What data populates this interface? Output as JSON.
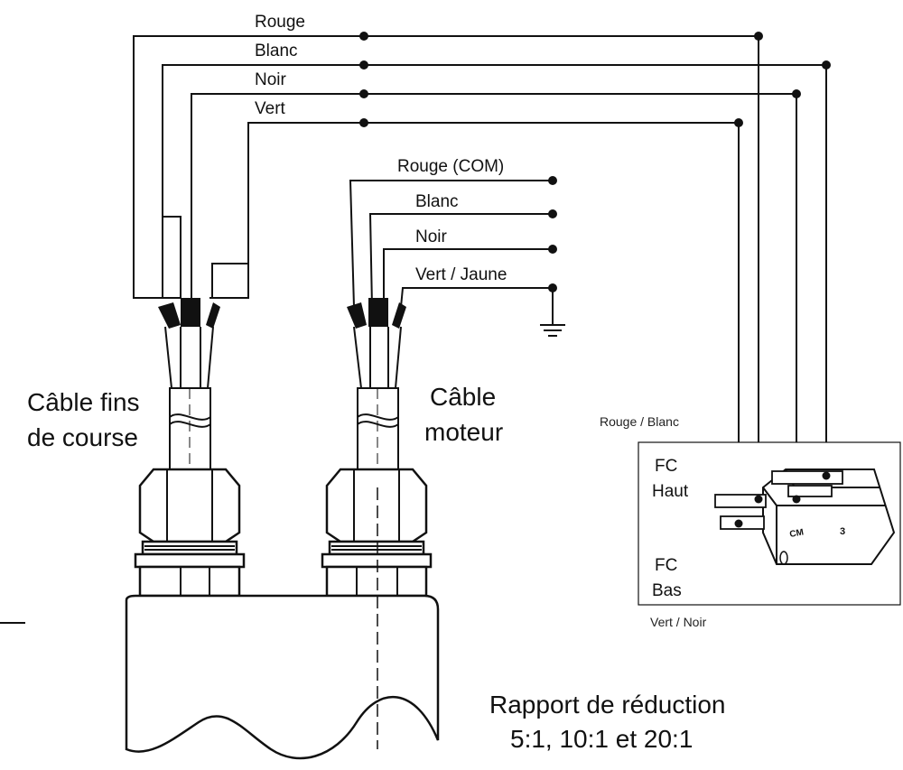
{
  "limit_cable": {
    "wires": [
      "Rouge",
      "Blanc",
      "Noir",
      "Vert"
    ],
    "label_line1": "Câble fins",
    "label_line2": "de course"
  },
  "motor_cable": {
    "wires": [
      "Rouge (COM)",
      "Blanc",
      "Noir",
      "Vert / Jaune"
    ],
    "label_line1": "Câble",
    "label_line2": "moteur"
  },
  "switch_box": {
    "top_note": "Rouge / Blanc",
    "fc_haut_line1": "FC",
    "fc_haut_line2": "Haut",
    "fc_bas_line1": "FC",
    "fc_bas_line2": "Bas",
    "bottom_note": "Vert / Noir",
    "switch_marking": "CM",
    "switch_number": "3"
  },
  "ratio": {
    "line1": "Rapport de réduction",
    "line2": "5:1, 10:1 et 20:1"
  }
}
